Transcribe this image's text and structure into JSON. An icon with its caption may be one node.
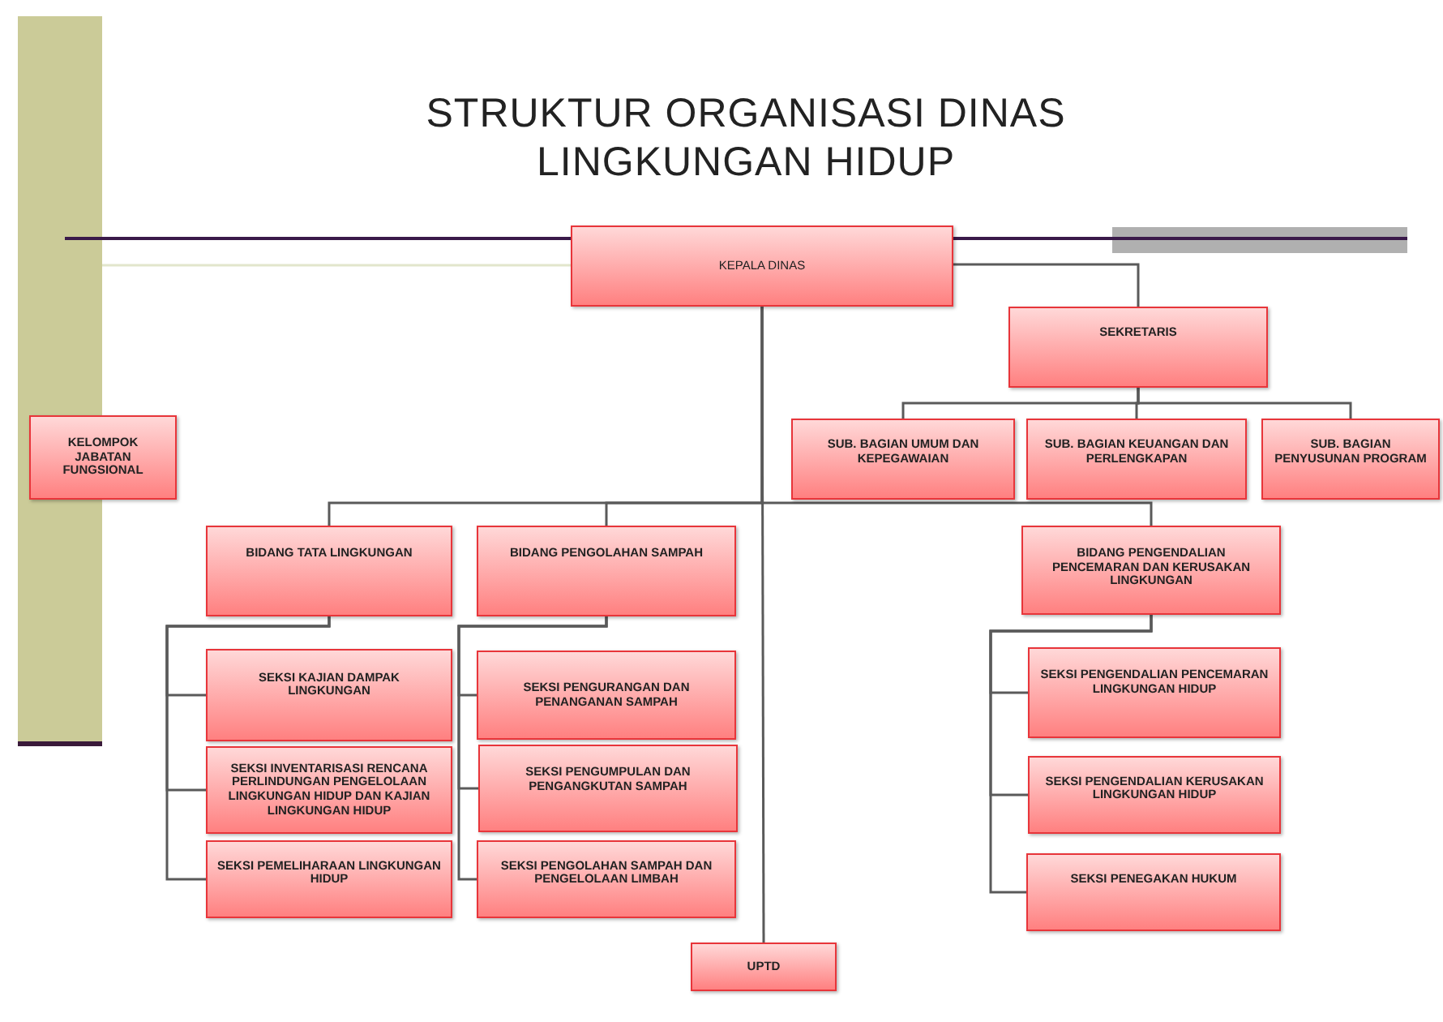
{
  "diagram": {
    "title": "STRUKTUR ORGANISASI DINAS LINGKUNGAN HIDUP",
    "nodes": [
      {
        "text": [
          "KEPALA  DINAS"
        ]
      },
      {
        "text": [
          "SEKRETARIS"
        ]
      },
      {
        "text": [
          "SUB. BAGIAN UMUM DAN KEPEGAWAIAN"
        ]
      },
      {
        "text": [
          "SUB. BAGIAN KEUANGAN DAN PERLENGKAPAN"
        ]
      },
      {
        "text": [
          "SUB. BAGIAN PENYUSUNAN PROGRAM"
        ]
      },
      {
        "text": [
          "KELOMPOK JABATAN FUNGSIONAL"
        ]
      },
      {
        "text": [
          "BIDANG TATA LINGKUNGAN"
        ]
      },
      {
        "text": [
          "BIDANG PENGOLAHAN  SAMPAH"
        ]
      },
      {
        "text": [
          "BIDANG PENGENDALIAN PENCEMARAN DAN KERUSAKAN LINGKUNGAN"
        ]
      },
      {
        "text": [
          "SEKSI  KAJIAN DAMPAK LINGKUNGAN"
        ]
      },
      {
        "text": [
          "SEKSI INVENTARISASI RENCANA PERLINDUNGAN PENGELOLAAN LINGKUNGAN HIDUP DAN KAJIAN LINGKUNGAN HIDUP"
        ]
      },
      {
        "text": [
          "SEKSI PEMELIHARAAN LINGKUNGAN HIDUP"
        ]
      },
      {
        "text": [
          "SEKSI  PENGURANGAN DAN PENANGANAN SAMPAH"
        ]
      },
      {
        "text": [
          "SEKSI PENGUMPULAN DAN PENGANGKUTAN SAMPAH"
        ]
      },
      {
        "text": [
          "SEKSI PENGOLAHAN SAMPAH DAN PENGELOLAAN LIMBAH"
        ]
      },
      {
        "text": [
          "SEKSI PENGENDALIAN PENCEMARAN LINGKUNGAN HIDUP"
        ]
      },
      {
        "text": [
          "SEKSI PENGENDALIAN KERUSAKAN LINGKUNGAN HIDUP"
        ]
      },
      {
        "text": [
          "SEKSI PENEGAKAN HUKUM"
        ]
      },
      {
        "text": [
          "UPTD"
        ]
      }
    ],
    "edges": [
      {
        "from": 0,
        "to": 1,
        "arrow": "none"
      },
      {
        "from": 1,
        "to": 2,
        "arrow": "none"
      },
      {
        "from": 1,
        "to": 3,
        "arrow": "none"
      },
      {
        "from": 1,
        "to": 4,
        "arrow": "none"
      },
      {
        "from": 0,
        "to": 6,
        "arrow": "none"
      },
      {
        "from": 0,
        "to": 7,
        "arrow": "none"
      },
      {
        "from": 0,
        "to": 8,
        "arrow": "none"
      },
      {
        "from": 0,
        "to": 18,
        "arrow": "none"
      },
      {
        "from": 6,
        "to": 9,
        "arrow": "none"
      },
      {
        "from": 6,
        "to": 10,
        "arrow": "none"
      },
      {
        "from": 6,
        "to": 11,
        "arrow": "none"
      },
      {
        "from": 7,
        "to": 12,
        "arrow": "none"
      },
      {
        "from": 7,
        "to": 13,
        "arrow": "none"
      },
      {
        "from": 7,
        "to": 14,
        "arrow": "none"
      },
      {
        "from": 8,
        "to": 15,
        "arrow": "none"
      },
      {
        "from": 8,
        "to": 16,
        "arrow": "none"
      },
      {
        "from": 8,
        "to": 17,
        "arrow": "none"
      }
    ]
  }
}
